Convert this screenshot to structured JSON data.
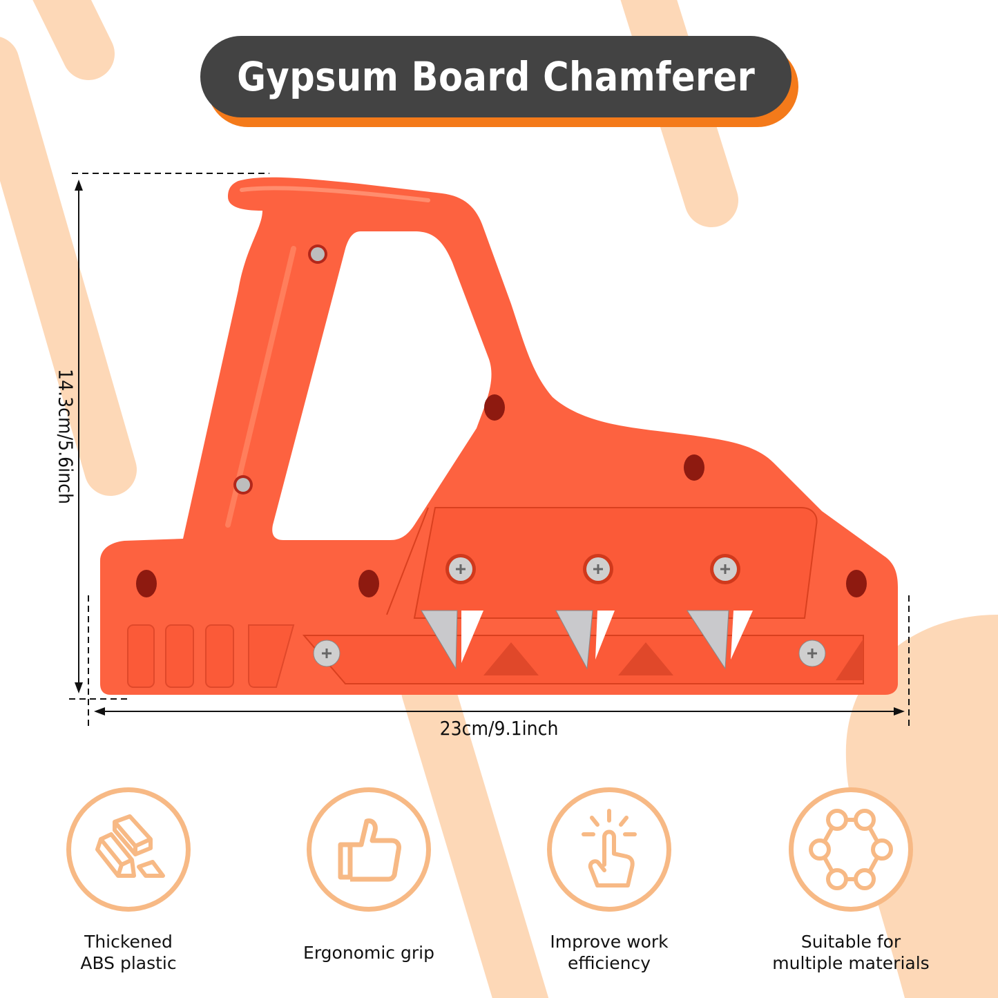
{
  "title": "Gypsum Board Chamferer",
  "colors": {
    "title_bg": "#434343",
    "title_shadow": "#f47a1a",
    "stripe": "#fdd8b7",
    "product_orange": "#fd6240",
    "icon_stroke": "#f7b985"
  },
  "dimensions": {
    "width_label": "23cm/9.1inch",
    "height_label": "14.3cm/5.6inch"
  },
  "features": [
    {
      "icon": "gold-bars-icon",
      "label": "Thickened\nABS plastic"
    },
    {
      "icon": "thumbs-up-icon",
      "label": "Ergonomic grip"
    },
    {
      "icon": "tap-finger-icon",
      "label": "Improve work\nefficiency"
    },
    {
      "icon": "molecule-ring-icon",
      "label": "Suitable for\nmultiple materials"
    }
  ]
}
